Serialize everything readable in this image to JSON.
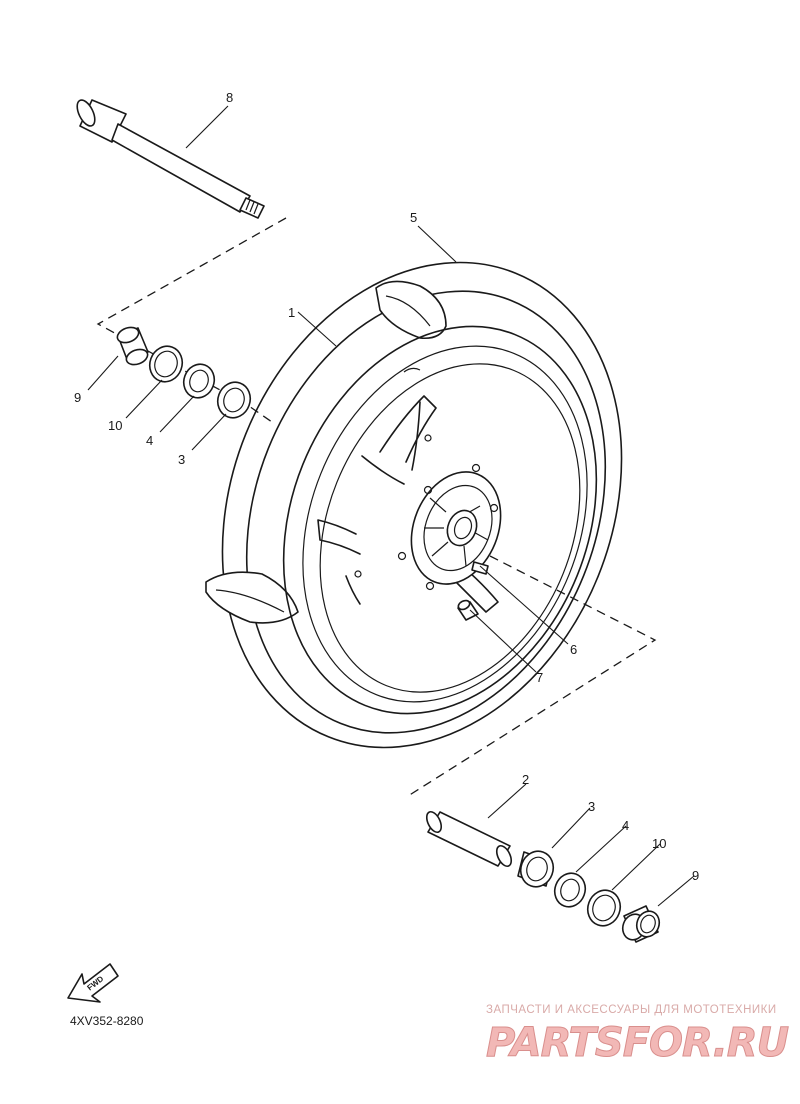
{
  "diagram": {
    "part_code": "4XV352-8280",
    "fwd_label": "FWD",
    "callouts": {
      "c1": "1",
      "c2": "2",
      "c3a": "3",
      "c3b": "3",
      "c4a": "4",
      "c4b": "4",
      "c5": "5",
      "c6": "6",
      "c7": "7",
      "c8": "8",
      "c9a": "9",
      "c9b": "9",
      "c10a": "10",
      "c10b": "10"
    }
  },
  "watermark": {
    "tagline": "ЗАПЧАСТИ И АКСЕССУАРЫ ДЛЯ МОТОТЕХНИКИ",
    "logo": "PARTSFOR.RU",
    "color": "#f2b8b6"
  }
}
